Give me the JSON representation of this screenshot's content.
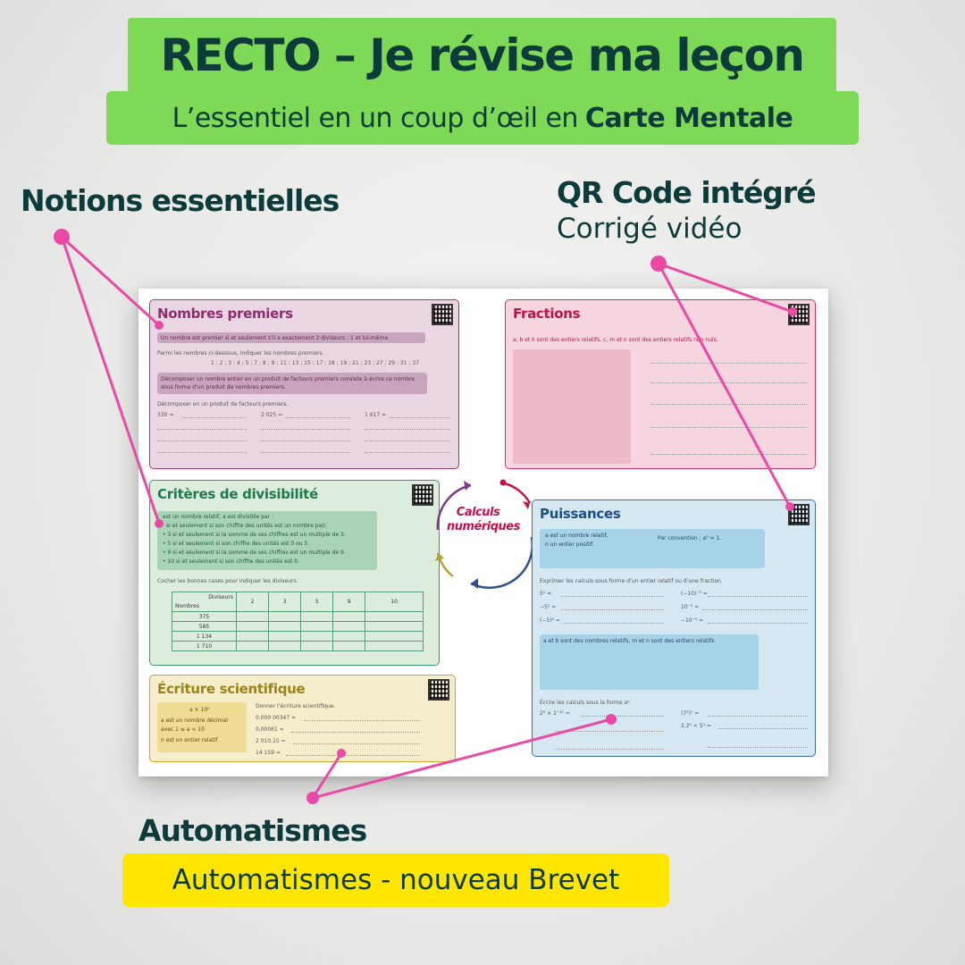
{
  "header": {
    "title": "RECTO – Je révise ma leçon",
    "subtitle_plain": "L’essentiel en un coup d’œil en",
    "subtitle_bold": "Carte Mentale"
  },
  "callouts": {
    "notions": "Notions essentielles",
    "qr_title": "QR Code intégré",
    "qr_sub": "Corrigé vidéo",
    "auto_title": "Automatismes",
    "auto_sub": "Automatismes - nouveau Brevet"
  },
  "sheet": {
    "center": "Calculs numériques",
    "cards": {
      "nombres_premiers": {
        "title": "Nombres premiers",
        "def": "Un nombre est premier si et seulement s’il a exactement 2 diviseurs : 1 et lui-même.",
        "q1": "Parmi les nombres ci-dessous, indiquer les nombres premiers.",
        "list": "1 ; 2 ; 3 ; 4 ; 5 ; 7 ; 8 ; 9 ; 11 ; 13 ; 15 ; 17 ; 18 ; 19 ; 21 ; 23 ; 27 ; 29 ; 31 ; 37",
        "def2": "Décomposer un nombre entier en un produit de facteurs premiers consiste à écrire ce nombre sous forme d’un produit de nombres premiers.",
        "q2": "Décomposer en un produit de facteurs premiers.",
        "n1": "330 =",
        "n2": "2 025 =",
        "n3": "1 617 ="
      },
      "fractions": {
        "title": "Fractions",
        "intro": "a, b et k sont des entiers relatifs. c, m et n sont des entiers relatifs non nuls."
      },
      "divisibilite": {
        "title": "Critères de divisibilité",
        "intro": "est un nombre relatif, a est divisible par :",
        "r1": "si et seulement si son chiffre des unités est un nombre pair.",
        "r2": "• 3 si et seulement si la somme de ses chiffres est un multiple de 3.",
        "r3": "• 5 si et seulement si son chiffre des unités est 0 ou 5.",
        "r4": "• 9 si et seulement si la somme de ses chiffres est un multiple de 9.",
        "r5": "• 10 si et seulement si son chiffre des unités est 0.",
        "q": "Cocher les bonnes cases pour indiquer les diviseurs.",
        "h_div": "Diviseurs",
        "h_nb": "Nombres",
        "cols": [
          "2",
          "3",
          "5",
          "9",
          "10"
        ],
        "rows": [
          "375",
          "585",
          "1 134",
          "1 710"
        ]
      },
      "puissances": {
        "title": "Puissances",
        "def1": "a est un nombre relatif,",
        "def2": "n un entier positif.",
        "conv": "Par convention : a⁰ = 1.",
        "q1": "Exprimer les calculs sous forme d’un entier relatif ou d’une fraction.",
        "e1": "5² =",
        "e2": "−5² =",
        "e3": "(−5)² =",
        "e4": "(−10)⁻³ =",
        "e5": "10⁻³ =",
        "e6": "−10⁻⁵ =",
        "rule_intro": "a et b sont des nombres relatifs, m et n sont des entiers relatifs.",
        "q2": "Écrire les calculs sous la forme aⁿ.",
        "f1": "2⁸ × 2⁻¹¹ =",
        "f2": "(7²)⁵ =",
        "f3": "2,2⁴ × 5⁴ ="
      },
      "scientifique": {
        "title": "Écriture scientifique",
        "form": "a × 10ⁿ",
        "d1": "a est un nombre décimal",
        "d2": "avec 1 ≤ a < 10",
        "d3": "n est un entier relatif",
        "q": "Donner l’écriture scientifique.",
        "x1": "0,000 00347 =",
        "x2": "0,00061 =",
        "x3": "2 010,15 =",
        "x4": "14 159 ="
      }
    }
  },
  "colors": {
    "green": "#7ed957",
    "yellow": "#ffe600",
    "pink_line": "#ea4aa6",
    "dark_text": "#0d3b3a"
  }
}
